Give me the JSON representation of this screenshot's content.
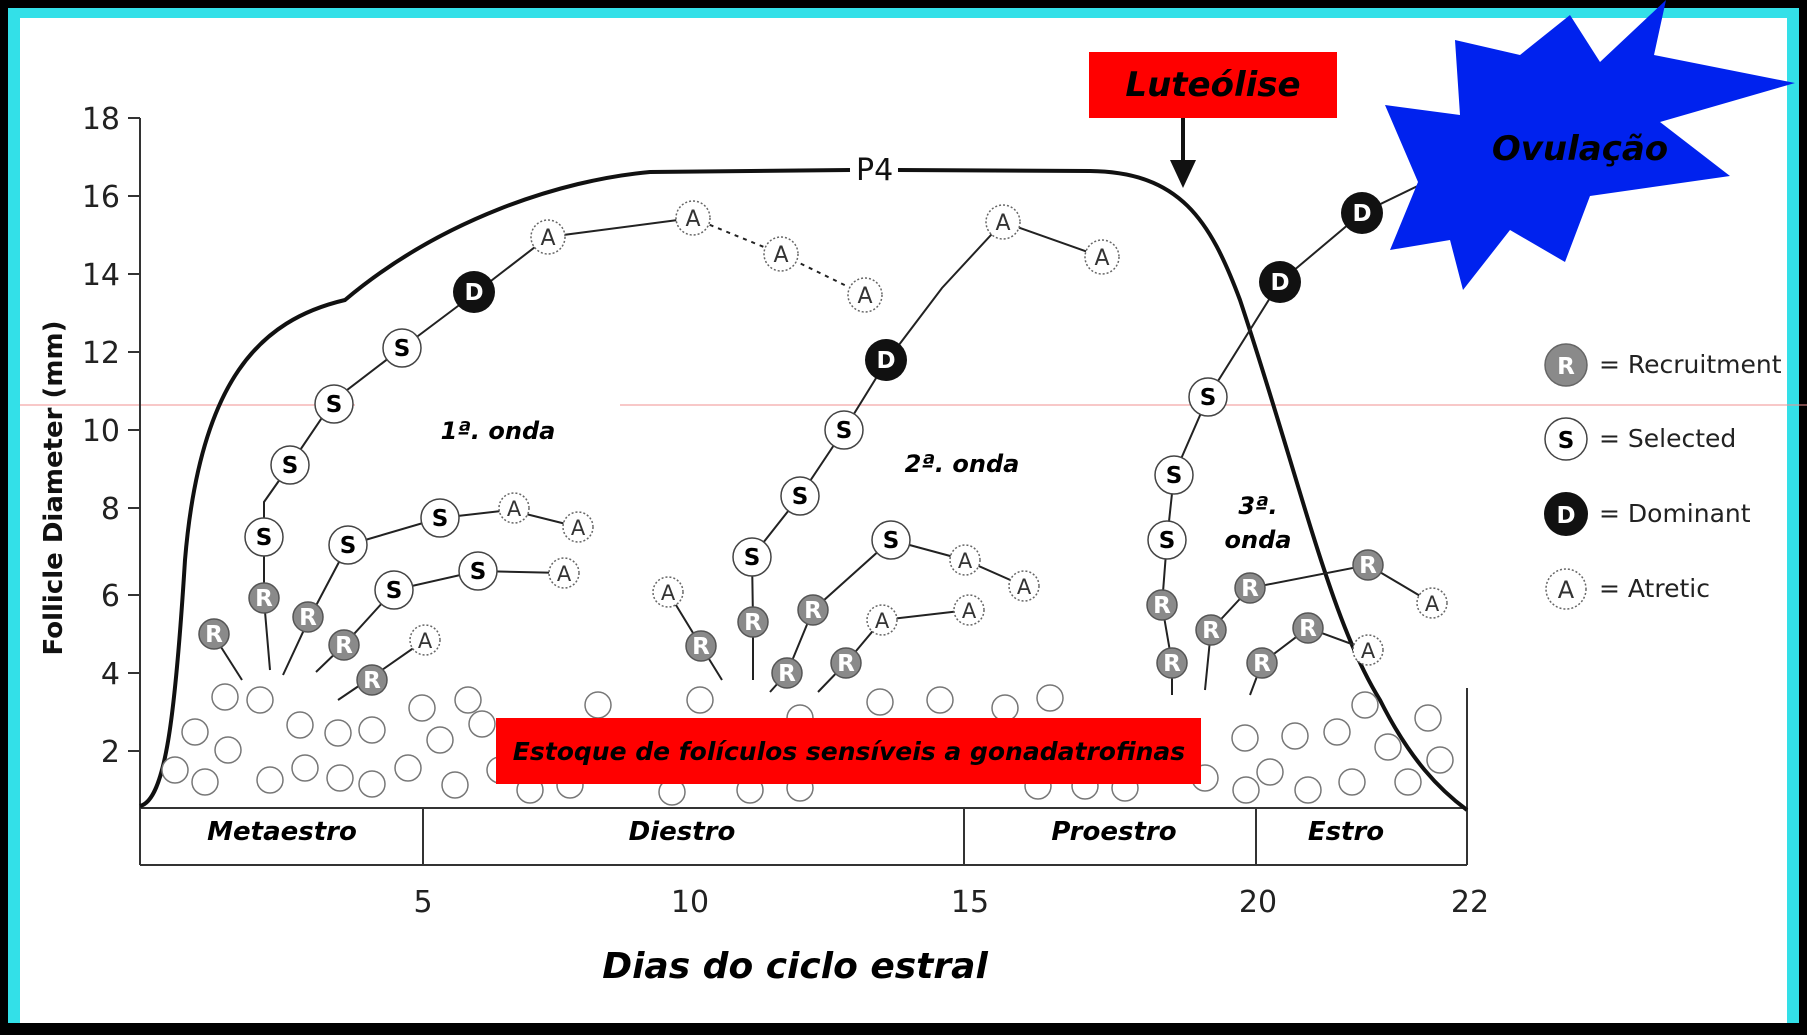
{
  "figure": {
    "y_axis_label": "Follicle Diameter (mm)",
    "x_axis_label": "Dias do ciclo estral",
    "y_ticks": [
      "18",
      "16",
      "14",
      "12",
      "10",
      "8",
      "6",
      "4",
      "2"
    ],
    "x_ticks": [
      "5",
      "10",
      "15",
      "20",
      "22"
    ],
    "p4_label": "P4",
    "phases": [
      "Metaestro",
      "Diestro",
      "Proestro",
      "Estro"
    ],
    "waves": {
      "first": "1ª. onda",
      "second": "2ª. onda",
      "third_line1": "3ª.",
      "third_line2": "onda"
    },
    "luteolysis": "Luteólise",
    "ovulation": "Ovulação",
    "stock_banner": "Estoque de folículos sensíveis a gonadatrofinas",
    "legend": [
      {
        "letter": "R",
        "label": "= Recruitment"
      },
      {
        "letter": "S",
        "label": "= Selected"
      },
      {
        "letter": "D",
        "label": "= Dominant"
      },
      {
        "letter": "A",
        "label": "= Atretic"
      }
    ]
  },
  "colors": {
    "frame": "#33e0e8",
    "banner": "#ff0000",
    "star": "#0022ee",
    "dominant": "#111111",
    "recruitment": "#8a8a8a"
  }
}
